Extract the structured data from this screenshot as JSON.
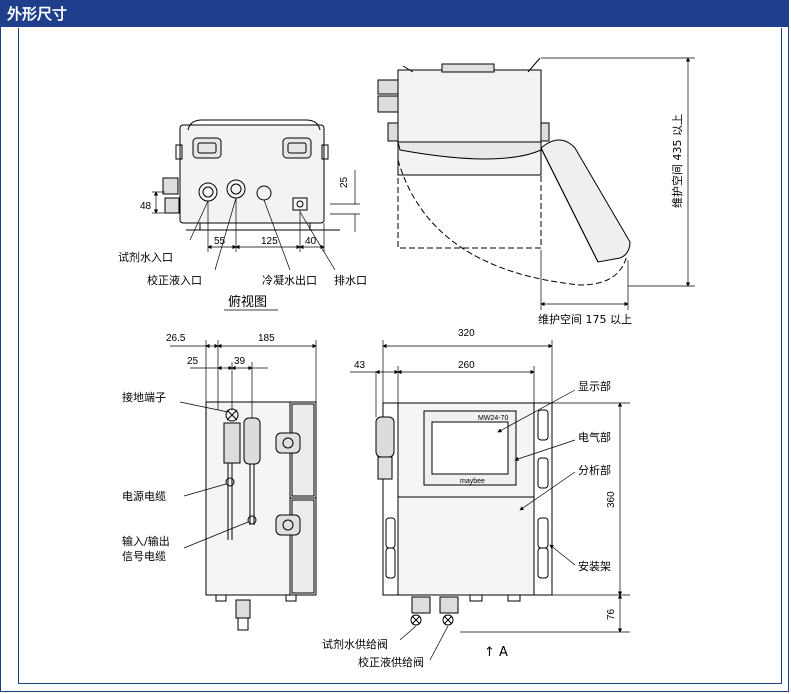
{
  "header": {
    "title": "外形尺寸"
  },
  "top_view": {
    "caption": "俯视图",
    "labels": {
      "reagent_inlet": "试剂水入口",
      "calib_inlet": "校正液入口",
      "condensate_outlet": "冷凝水出口",
      "drain": "排水口"
    },
    "dims": {
      "h48": "48",
      "d55": "55",
      "d125": "125",
      "d40": "40",
      "d25": "25"
    }
  },
  "side_view": {
    "maint_vertical": "维护空间 435 以上",
    "maint_horizontal": "维护空间 175 以上"
  },
  "left_front": {
    "labels": {
      "ground": "接地端子",
      "power_cable": "电源电缆",
      "io_cable_1": "输入/输出",
      "io_cable_2": "信号电缆"
    },
    "dims": {
      "d26_5": "26.5",
      "d185": "185",
      "d25": "25",
      "d39": "39"
    }
  },
  "front_view": {
    "labels": {
      "display": "显示部",
      "electrical": "电气部",
      "analysis": "分析部",
      "bracket": "安装架",
      "reagent_valve": "试剂水供给阀",
      "calib_valve": "校正液供给阀",
      "arrow_a": "↑ A"
    },
    "screen_model": "MW24-70",
    "brand": "maybee",
    "dims": {
      "d320": "320",
      "d43": "43",
      "d260": "260",
      "d360": "360",
      "d76": "76"
    }
  }
}
